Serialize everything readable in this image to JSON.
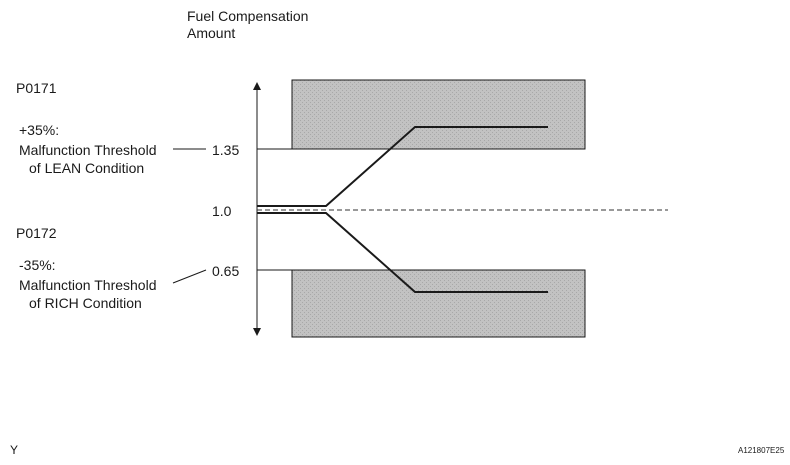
{
  "title": {
    "line1": "Fuel Compensation",
    "line2": "Amount"
  },
  "lean": {
    "code": "P0171",
    "percent": "+35%:",
    "desc_line1": "Malfunction Threshold",
    "desc_line2": "of LEAN Condition",
    "value": "1.35"
  },
  "baseline": {
    "value": "1.0"
  },
  "rich": {
    "code": "P0172",
    "percent": "-35%:",
    "desc_line1": "Malfunction Threshold",
    "desc_line2": "of RICH Condition",
    "value": "0.65"
  },
  "corner_mark": "Y",
  "figure_id": "A121807E25",
  "colors": {
    "zone_fill": "#b9b9b9",
    "line": "#1a1a1a"
  }
}
